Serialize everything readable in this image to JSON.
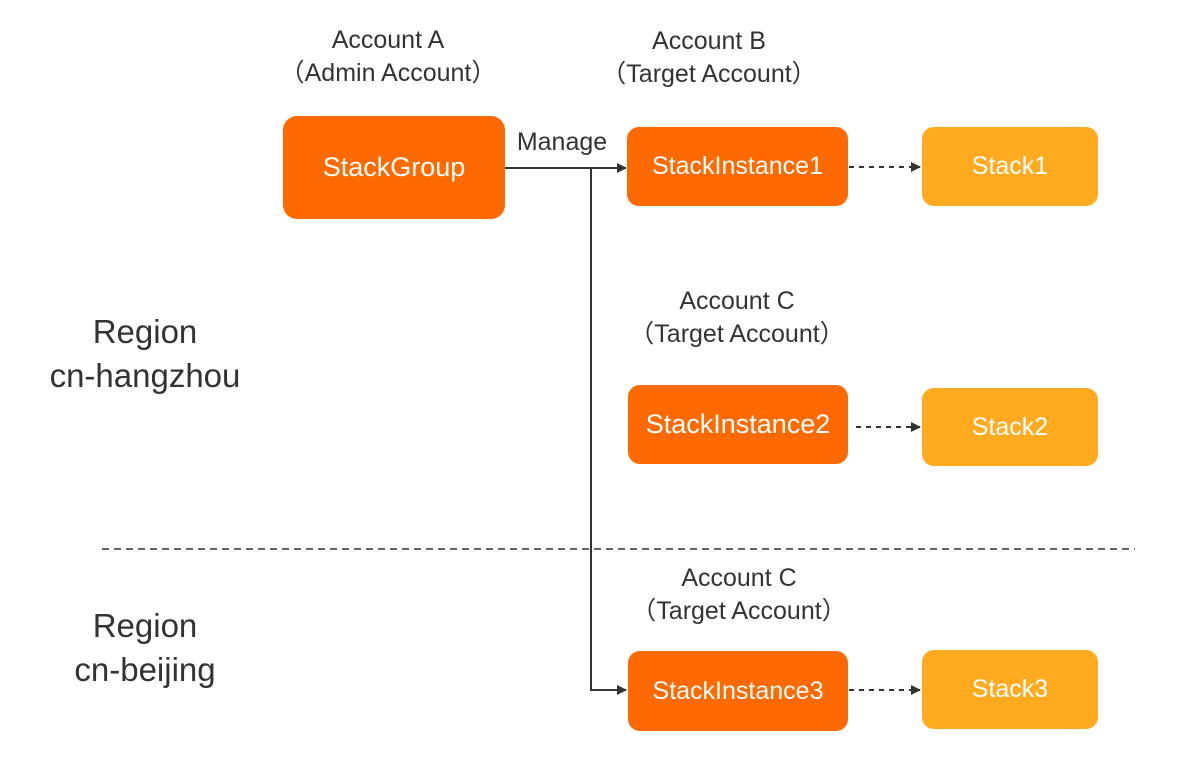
{
  "accounts": {
    "a": {
      "name": "Account A",
      "role": "（Admin Account）"
    },
    "b": {
      "name": "Account B",
      "role": "（Target Account）"
    },
    "c1": {
      "name": "Account C",
      "role": "（Target Account）"
    },
    "c2": {
      "name": "Account C",
      "role": "（Target Account）"
    }
  },
  "regions": {
    "hangzhou": {
      "title": "Region",
      "name": "cn-hangzhou"
    },
    "beijing": {
      "title": "Region",
      "name": "cn-beijing"
    }
  },
  "edge_label": "Manage",
  "nodes": {
    "stack_group": "StackGroup",
    "instance1": "StackInstance1",
    "instance2": "StackInstance2",
    "instance3": "StackInstance3",
    "stack1": "Stack1",
    "stack2": "Stack2",
    "stack3": "Stack3"
  },
  "colors": {
    "stack_group": "#ff6a00",
    "stack_instance": "#ff6a00",
    "stack": "#ffaa1f",
    "text": "#333333",
    "line": "#333333"
  }
}
